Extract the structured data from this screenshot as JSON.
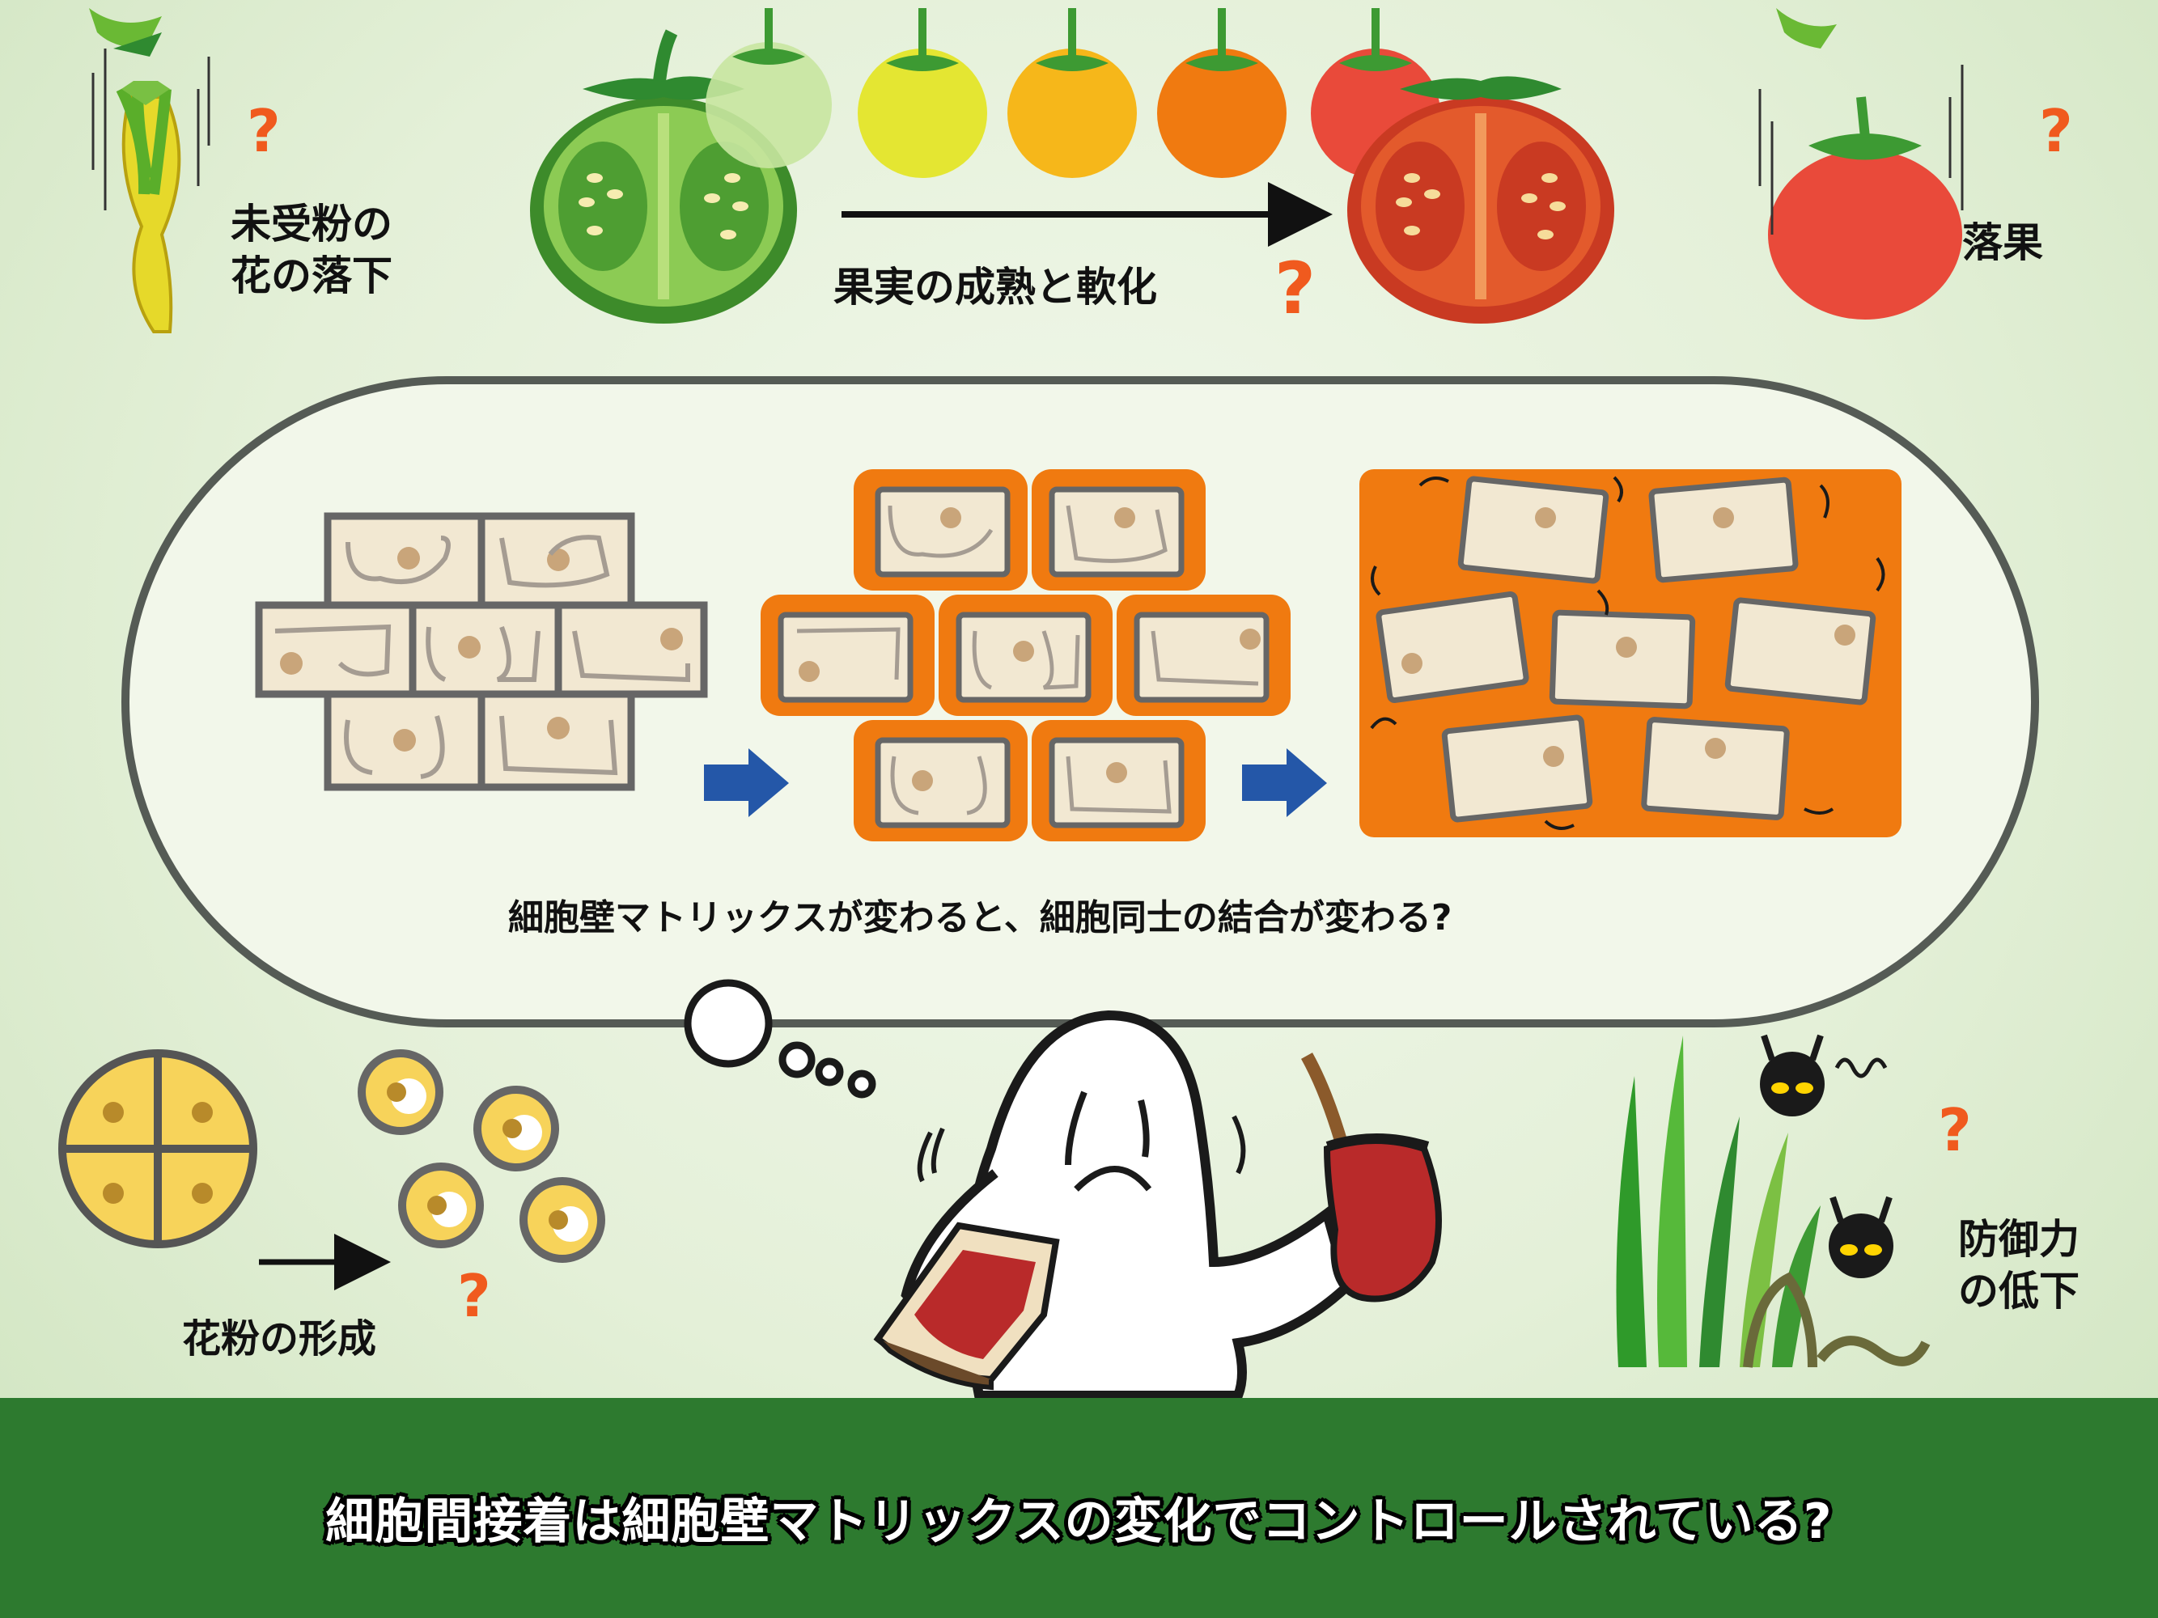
{
  "labels": {
    "flower_drop": [
      "未受粉の",
      "花の落下"
    ],
    "ripening": "果実の成熟と軟化",
    "fruit_drop": "落果",
    "cell_question": "細胞壁マトリックスが変わると、細胞同士の結合が変わる?",
    "pollen": "花粉の形成",
    "defense": [
      "防御力",
      "の低下"
    ],
    "banner": "細胞間接着は細胞壁マトリックスの変化でコントロールされている?"
  },
  "question_mark": "?",
  "colors": {
    "background": "#e4f0d8",
    "banner": "#2d7a2f",
    "question": "#f05a1e",
    "cell_fill": "#f2e8d2",
    "cell_border": "#666666",
    "matrix_orange": "#f07a10",
    "arrow_blue": "#2457a8",
    "tomato_green": "#7cc043",
    "tomato_red": "#e0452b"
  },
  "tomato_ripening_colors": [
    "#c8e6a0",
    "#e4e632",
    "#f6b71a",
    "#f07a10",
    "#e94a3a"
  ],
  "icons": [
    "falling-flower-icon",
    "tomato-half-green-icon",
    "tomato-half-red-icon",
    "falling-tomato-icon",
    "pollen-tetrad-icon",
    "pollen-grain-icon",
    "character-icon",
    "jam-toast-icon",
    "jam-jar-icon",
    "grass-icon",
    "bug-icon"
  ]
}
